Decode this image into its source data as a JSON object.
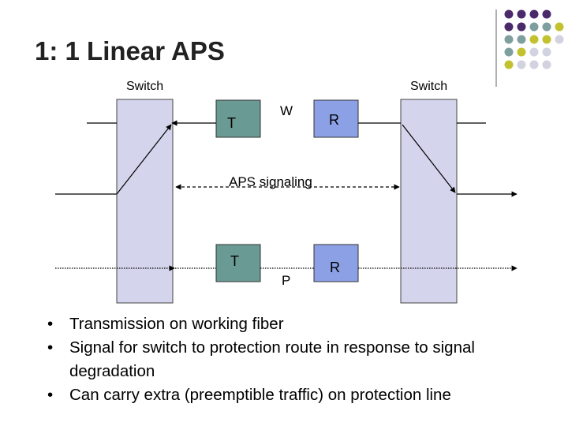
{
  "title": "1: 1 Linear APS",
  "diagram": {
    "switch_left_label": "Switch",
    "switch_right_label": "Switch",
    "working_transmitter": "T",
    "working_receiver": "R",
    "working_label": "W",
    "protection_transmitter": "T",
    "protection_receiver": "R",
    "protection_label": "P",
    "aps_label": "APS signaling"
  },
  "bullets": [
    "Transmission on working fiber",
    "Signal for switch to protection route in response to signal degradation",
    "Can carry extra (preemptible traffic) on protection line"
  ],
  "colors": {
    "switch_fill": "#d4d4ec",
    "transmitter_fill": "#6a9a94",
    "receiver_fill": "#8ca0e6",
    "dot_purple": "#4a2a6a",
    "dot_teal": "#7f9f9f",
    "dot_olive": "#c2c230",
    "dot_lavender": "#d2d2e0"
  }
}
